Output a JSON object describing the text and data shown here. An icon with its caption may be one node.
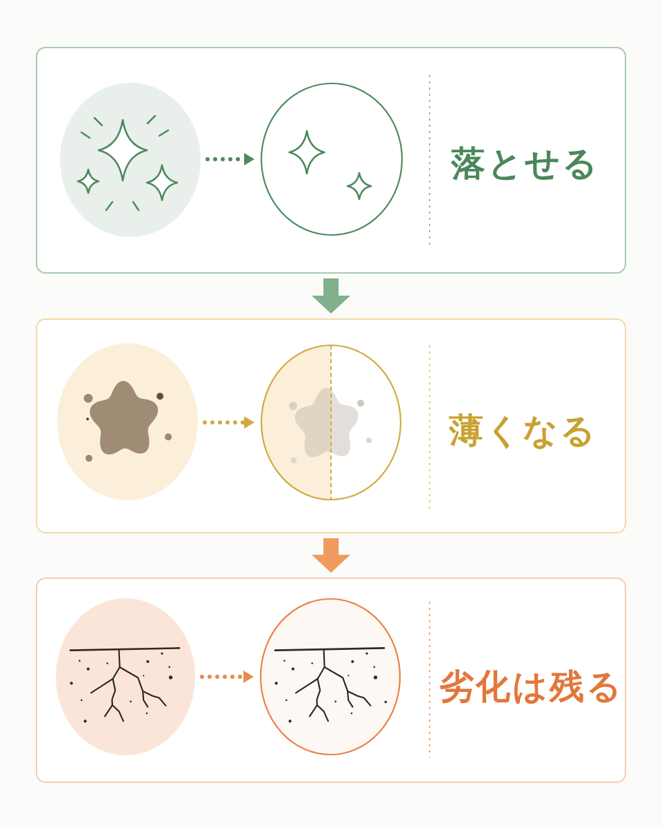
{
  "diagram": {
    "nodes": [
      {
        "text": [
          "落とせる"
        ]
      },
      {
        "text": [],
        "shape": "picture",
        "in": 0
      },
      {
        "text": [],
        "shape": "picture",
        "in": 0
      },
      {
        "text": [
          "薄くなる"
        ]
      },
      {
        "text": [],
        "shape": "picture",
        "in": 3
      },
      {
        "text": [],
        "shape": "picture",
        "in": 3
      },
      {
        "text": [
          "劣化は残る"
        ]
      },
      {
        "text": [],
        "shape": "picture",
        "in": 6
      },
      {
        "text": [],
        "shape": "picture",
        "in": 6
      }
    ],
    "edges": [
      {
        "from": 1,
        "to": 2,
        "arrow": "to",
        "style": "dashed",
        "color": "#4e8a5e"
      },
      {
        "from": 0,
        "to": 3,
        "arrow": "to",
        "style": "thick",
        "color": "#80b08c"
      },
      {
        "from": 4,
        "to": 5,
        "arrow": "to",
        "style": "dashed",
        "color": "#d4a93c"
      },
      {
        "from": 3,
        "to": 6,
        "arrow": "to",
        "style": "thick",
        "color": "#f09a60"
      },
      {
        "from": 7,
        "to": 8,
        "arrow": "to",
        "style": "dashed",
        "color": "#ea8a4f"
      }
    ]
  }
}
